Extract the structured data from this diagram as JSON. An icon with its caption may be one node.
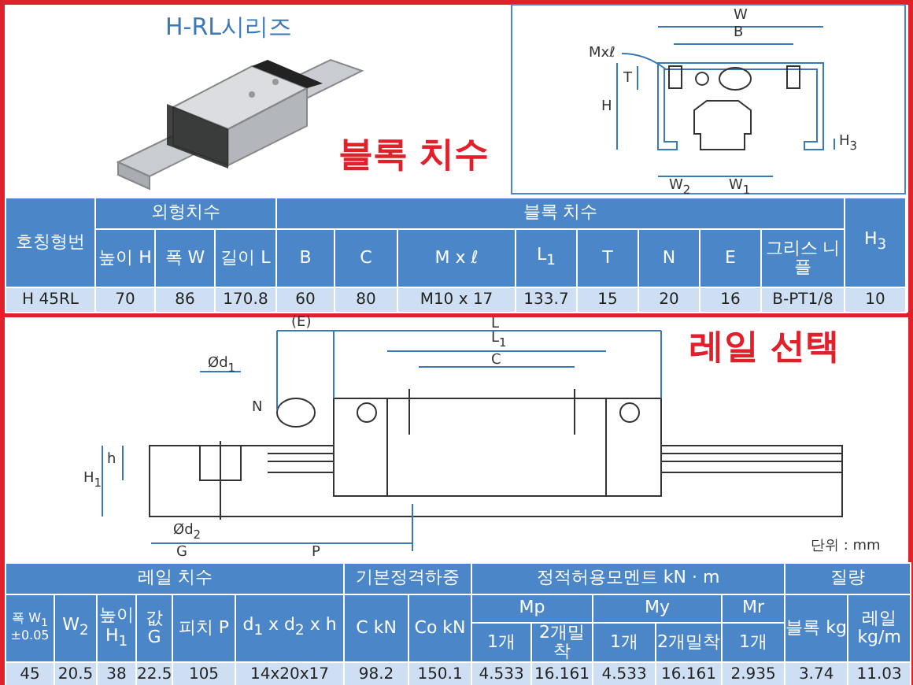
{
  "diagram": {
    "labels": [
      "H-RL시리즈",
      "블록 치수",
      "W",
      "B",
      "Mxℓ",
      "T",
      "H",
      "H$_{3}$",
      "W$_{2}$",
      "W$_{1}$",
      "호칭형번",
      "외형치수",
      "블록 치수",
      "H$_{3}$",
      "높이 H",
      "폭 W",
      "길이 L",
      "B",
      "C",
      "M x ℓ",
      "L$_{1}$",
      "T",
      "N",
      "E",
      "그리스 니플",
      "H 45RL",
      "70",
      "86",
      "170.8",
      "60",
      "80",
      "M10 x 17",
      "133.7",
      "15",
      "20",
      "16",
      "B-PT1/8",
      "10",
      "(E)",
      "L",
      "L$_{1}$",
      "C",
      "Ød$_{1}$",
      "N",
      "h",
      "H$_{1}$",
      "Ød$_{2}$",
      "G",
      "P",
      "레일 선택",
      "단위 : mm",
      "레일 치수",
      "기본정격하중",
      "정적허용모멘트 kN · m",
      "질량",
      "폭 W$_{1}$ ±0.05",
      "W$_{2}$",
      "높이 H$_{1}$",
      "값 G",
      "피치 P",
      "d$_{1}$ x d$_{2}$ x h",
      "C kN",
      "Co kN",
      "Mp",
      "My",
      "Mr",
      "블록 kg",
      "레일 kg/m",
      "1개",
      "2개밀착",
      "1개",
      "2개밀착",
      "1개",
      "45",
      "20.5",
      "38",
      "22.5",
      "105",
      "14x20x17",
      "98.2",
      "150.1",
      "4.533",
      "16.161",
      "4.533",
      "16.161",
      "2.935",
      "3.74",
      "11.03"
    ]
  }
}
